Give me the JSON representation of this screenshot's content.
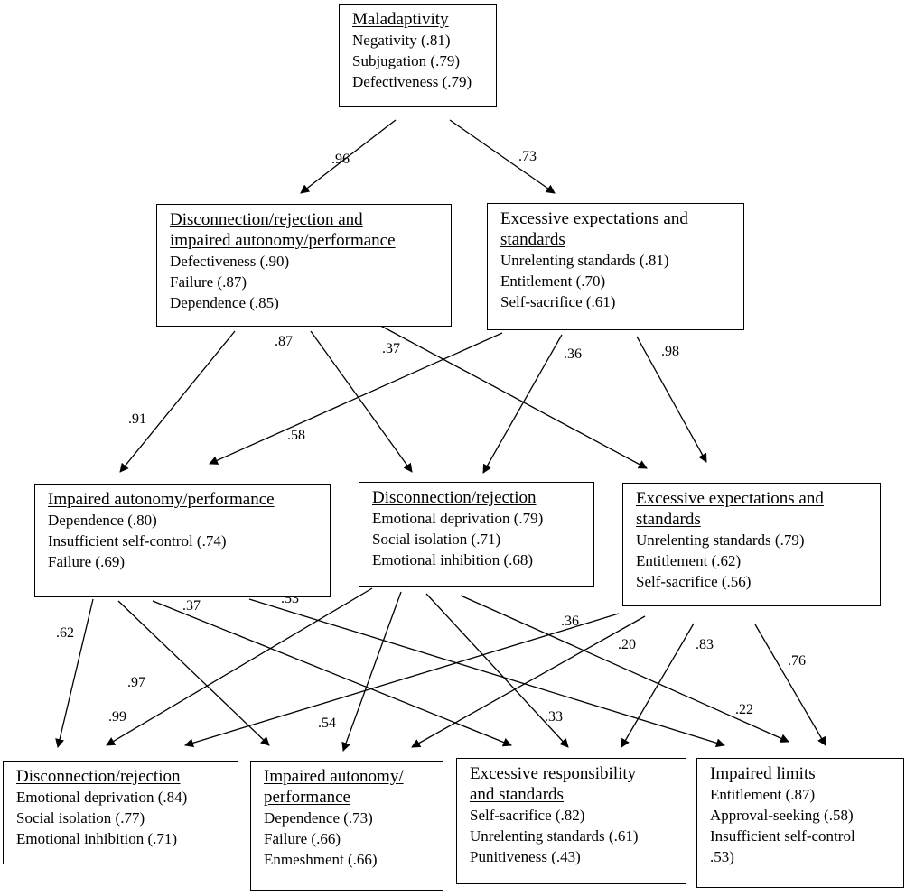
{
  "boxes": [
    {
      "id": "maladaptivity",
      "title": [
        "Maladaptivity"
      ],
      "items": [
        "Negativity (.81)",
        "Subjugation (.79)",
        "Defectiveness (.79)"
      ]
    },
    {
      "id": "l2-disconnection-impaired",
      "title": [
        "Disconnection/rejection and",
        "impaired autonomy/performance"
      ],
      "items": [
        "Defectiveness (.90)",
        "Failure (.87)",
        "Dependence (.85)"
      ]
    },
    {
      "id": "l2-excessive",
      "title": [
        "Excessive expectations and",
        "standards"
      ],
      "items": [
        "Unrelenting standards (.81)",
        "Entitlement (.70)",
        "Self-sacrifice (.61)"
      ]
    },
    {
      "id": "l3-impaired",
      "title": [
        "Impaired autonomy/performance"
      ],
      "items": [
        "Dependence (.80)",
        "Insufficient self-control (.74)",
        "Failure (.69)"
      ]
    },
    {
      "id": "l3-disconnection",
      "title": [
        "Disconnection/rejection"
      ],
      "items": [
        "Emotional deprivation (.79)",
        "Social isolation (.71)",
        "Emotional inhibition (.68)"
      ]
    },
    {
      "id": "l3-excessive",
      "title": [
        "Excessive expectations and",
        "standards"
      ],
      "items": [
        "Unrelenting standards (.79)",
        "Entitlement (.62)",
        "Self-sacrifice (.56)"
      ]
    },
    {
      "id": "l4-disconnection",
      "title": [
        "Disconnection/rejection"
      ],
      "items": [
        "Emotional deprivation (.84)",
        "Social isolation (.77)",
        "Emotional inhibition (.71)"
      ]
    },
    {
      "id": "l4-impaired",
      "title": [
        "Impaired autonomy/",
        "performance"
      ],
      "items": [
        "Dependence (.73)",
        "Failure (.66)",
        "Enmeshment (.66)"
      ]
    },
    {
      "id": "l4-excessive-responsibility",
      "title": [
        "Excessive responsibility",
        "and standards"
      ],
      "items": [
        "Self-sacrifice (.82)",
        "Unrelenting standards (.61)",
        "Punitiveness (.43)"
      ]
    },
    {
      "id": "l4-impaired-limits",
      "title": [
        "Impaired limits"
      ],
      "items": [
        "Entitlement (.87)",
        "Approval-seeking (.58)",
        "Insufficient self-control",
        ".53)"
      ]
    }
  ],
  "edge_labels": [
    ".96",
    ".73",
    ".91",
    ".87",
    ".37",
    ".58",
    ".36",
    ".98",
    ".62",
    ".97",
    ".37",
    ".53",
    ".99",
    ".54",
    ".33",
    ".36",
    ".20",
    ".83",
    ".76",
    ".22"
  ]
}
